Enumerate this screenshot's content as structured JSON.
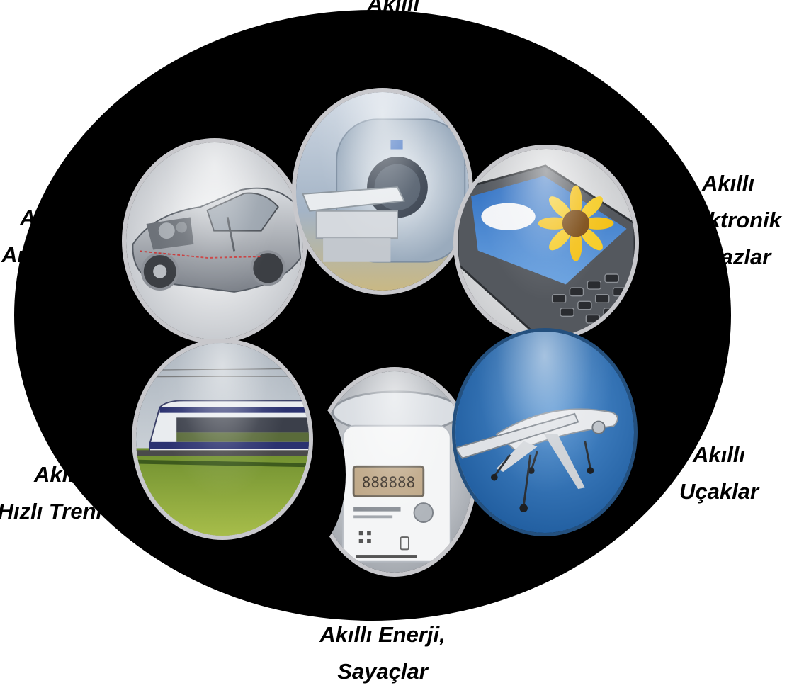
{
  "labels": {
    "top": "Akıllı",
    "right_upper": [
      "Akıllı",
      "Elektronik",
      "Cihazlar"
    ],
    "left_upper": [
      "Akıllı",
      "Arabalar"
    ],
    "left_lower": [
      "Akıllı",
      "Hızlı Trenler"
    ],
    "right_lower": [
      "Akıllı",
      "Uçaklar"
    ],
    "bottom": [
      "Akıllı Enerji,",
      "Sayaçlar"
    ]
  },
  "pictures": {
    "car": "car-cutaway-picture",
    "mri": "mri-scanner-picture",
    "device": "handheld-device-picture",
    "train": "high-speed-train-picture",
    "meter": "smart-meter-picture",
    "drone": "drone-aircraft-picture"
  },
  "meter_display": "888888",
  "colors": {
    "ellipse": "#000000",
    "text": "#000000",
    "background": "#ffffff",
    "sky_blue": "#2a6fb5",
    "grass_green": "#8fae3a"
  }
}
